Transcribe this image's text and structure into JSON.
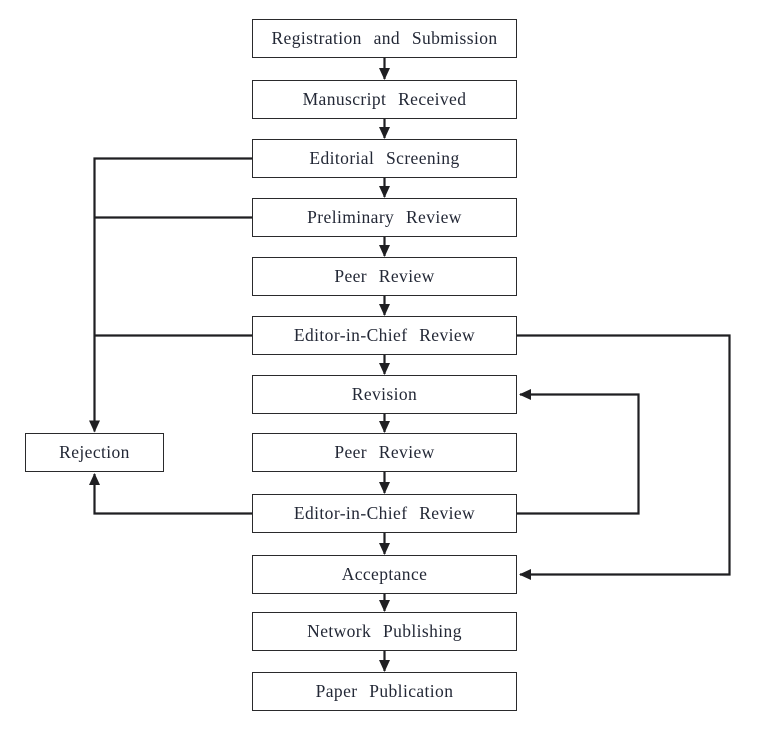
{
  "diagram": {
    "type": "flowchart",
    "description": "Manuscript submission and review workflow",
    "colors": {
      "background": "#ffffff",
      "box_fill": "#ffffff",
      "box_border": "#2a2a2c",
      "line": "#1f1f22",
      "text": "#232836"
    },
    "nodes": [
      {
        "id": "registration_submission",
        "label": "Registration and Submission"
      },
      {
        "id": "manuscript_received",
        "label": "Manuscript Received"
      },
      {
        "id": "editorial_screening",
        "label": "Editorial Screening"
      },
      {
        "id": "preliminary_review",
        "label": "Preliminary Review"
      },
      {
        "id": "peer_review_1",
        "label": "Peer Review"
      },
      {
        "id": "eic_review_1",
        "label": "Editor-in-Chief Review"
      },
      {
        "id": "revision",
        "label": "Revision"
      },
      {
        "id": "peer_review_2",
        "label": "Peer Review"
      },
      {
        "id": "eic_review_2",
        "label": "Editor-in-Chief Review"
      },
      {
        "id": "acceptance",
        "label": "Acceptance"
      },
      {
        "id": "network_publishing",
        "label": "Network Publishing"
      },
      {
        "id": "paper_publication",
        "label": "Paper Publication"
      }
    ],
    "side_node": {
      "id": "rejection",
      "label": "Rejection"
    },
    "edges": [
      {
        "from": "registration_submission",
        "to": "manuscript_received",
        "style": "straight-down-arrow"
      },
      {
        "from": "manuscript_received",
        "to": "editorial_screening",
        "style": "straight-down-arrow"
      },
      {
        "from": "editorial_screening",
        "to": "preliminary_review",
        "style": "straight-down-arrow"
      },
      {
        "from": "preliminary_review",
        "to": "peer_review_1",
        "style": "straight-down-arrow"
      },
      {
        "from": "peer_review_1",
        "to": "eic_review_1",
        "style": "straight-down-arrow"
      },
      {
        "from": "eic_review_1",
        "to": "revision",
        "style": "straight-down-arrow"
      },
      {
        "from": "revision",
        "to": "peer_review_2",
        "style": "straight-down-arrow"
      },
      {
        "from": "peer_review_2",
        "to": "eic_review_2",
        "style": "straight-down-arrow"
      },
      {
        "from": "eic_review_2",
        "to": "acceptance",
        "style": "straight-down-arrow"
      },
      {
        "from": "acceptance",
        "to": "network_publishing",
        "style": "straight-down-arrow"
      },
      {
        "from": "network_publishing",
        "to": "paper_publication",
        "style": "straight-down-arrow"
      },
      {
        "from": "editorial_screening",
        "to": "rejection",
        "style": "left-elbow-arrow"
      },
      {
        "from": "preliminary_review",
        "to": "rejection",
        "style": "left-join"
      },
      {
        "from": "eic_review_1",
        "to": "rejection",
        "style": "left-join"
      },
      {
        "from": "eic_review_2",
        "to": "rejection",
        "style": "left-up-elbow-arrow"
      },
      {
        "from": "eic_review_1",
        "to": "acceptance",
        "style": "right-outer-elbow-arrow"
      },
      {
        "from": "eic_review_2",
        "to": "revision",
        "style": "right-inner-elbow-arrow"
      }
    ]
  }
}
